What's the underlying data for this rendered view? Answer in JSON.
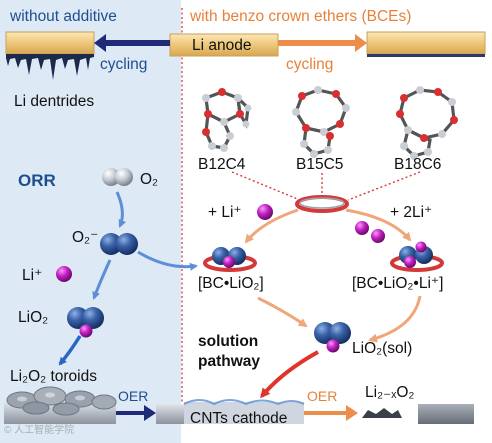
{
  "header": {
    "left_title": "without additive",
    "right_title": "with benzo crown ethers (BCEs)",
    "center_label": "Li anode",
    "left_cycling": "cycling",
    "right_cycling": "cycling",
    "dendrites_label": "Li dentrides"
  },
  "crown_ethers": [
    "B12C4",
    "B15C5",
    "B18C6"
  ],
  "orr": {
    "title": "ORR",
    "o2": "O₂",
    "superoxide": "O₂⁻",
    "li_ion": "Li⁺",
    "lio2": "LiO₂",
    "li2o2_toroids": "Li₂O₂ toroids"
  },
  "bce_cycle": {
    "plus_one": "+ Li⁺",
    "plus_two": "+ 2Li⁺",
    "complex_one": "[BC•LiO₂]",
    "complex_two": "[BC•LiO₂•Li⁺]",
    "lio2_sol": "LiO₂(sol)",
    "pathway_line1": "solution",
    "pathway_line2": "pathway"
  },
  "bottom": {
    "oer_left": "OER",
    "cathode": "CNTs cathode",
    "oer_right": "OER",
    "product": "Li₂₋ₓO₂"
  },
  "watermark": "© 人工智能学院",
  "colors": {
    "left_panel_bg": "#dde9f5",
    "divider": "#d9393a",
    "left_accent": "#1f4e8f",
    "right_accent": "#e8813a",
    "anode_gold": "#f2d28a",
    "molecule_blue": "#2b4f8c",
    "li_magenta": "#b01ab0",
    "ring_red": "#d23a3a"
  }
}
